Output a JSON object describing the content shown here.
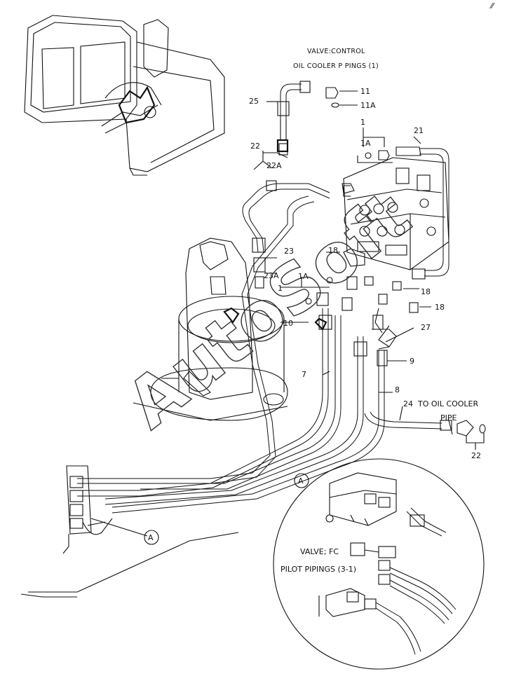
{
  "title": {
    "line1": "VALVE:CONTROL",
    "line2": "OIL COOLER P PINGS (1)"
  },
  "watermark": "AutoSoft",
  "corner_mark": "⁄⁄",
  "labels": {
    "p25": "25",
    "p11": "11",
    "p11a": "11A",
    "p1_top": "1",
    "p1a_top": "1A",
    "p21": "21",
    "p22_top": "22",
    "p22a": "22A",
    "p23": "23",
    "p23a": "23A",
    "p18_a": "18",
    "p18_b": "18",
    "p18_c": "18",
    "p1_mid": "1",
    "p1a_mid": "1A",
    "p10": "10",
    "p27": "27",
    "p9": "9",
    "p7": "7",
    "p8": "8",
    "p24": "24",
    "to_oil_cooler": "TO OIL COOLER",
    "pipe": "PIPE",
    "p22_bottom": "22",
    "detail_a_callout": "A",
    "detail_a_circle": "A",
    "valve_fc": "VALVE; FC",
    "pilot_pipings": "PILOT PIPINGS (3-1)"
  },
  "colors": {
    "ink": "#111111",
    "paper": "#ffffff"
  }
}
